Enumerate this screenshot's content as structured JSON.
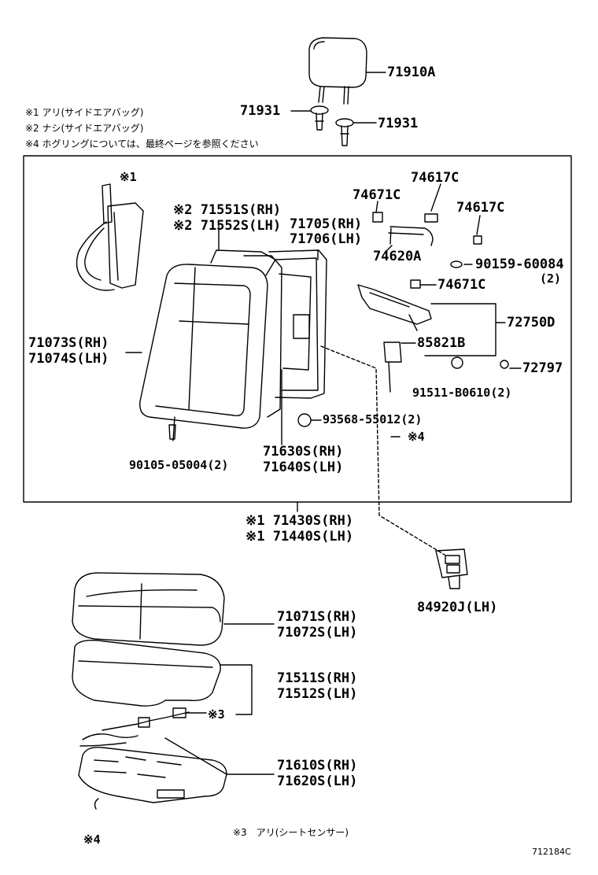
{
  "notes": [
    "※1 アリ(サイドエアバッグ)",
    "※2 ナシ(サイドエアバッグ)",
    "※4 ホグリングについては、最終ページを参照ください"
  ],
  "labels": {
    "p71910A": "71910A",
    "p71931a": "71931",
    "p71931b": "71931",
    "p74617C_1": "74617C",
    "p74671C_1": "74671C",
    "p74617C_2": "74617C",
    "p71551S": "※2 71551S(RH)",
    "p71552S": "※2 71552S(LH)",
    "p71705": "71705(RH)",
    "p71706": "71706(LH)",
    "p74620A": "74620A",
    "p90159": "90159-60084",
    "p90159_qty": "(2)",
    "p74671C_2": "74671C",
    "p72750D": "72750D",
    "p71073S": "71073S(RH)",
    "p71074S": "71074S(LH)",
    "p85821B": "85821B",
    "p72797": "72797",
    "p91511": "91511-B0610(2)",
    "p93568": "93568-55012(2)",
    "p90105": "90105-05004(2)",
    "p71630S": "71630S(RH)",
    "p71640S": "71640S(LH)",
    "mark1_top": "※1",
    "mark4_mid": "※4",
    "p71430S": "※1 71430S(RH)",
    "p71440S": "※1 71440S(LH)",
    "p84920J": "84920J(LH)",
    "p71071S": "71071S(RH)",
    "p71072S": "71072S(LH)",
    "p71511S": "71511S(RH)",
    "p71512S": "71512S(LH)",
    "mark3": "※3",
    "p71610S": "71610S(RH)",
    "p71620S": "71620S(LH)",
    "mark4_bot": "※4",
    "footnote3": "※3　アリ(シートセンサー)",
    "ref_code": "712184C"
  }
}
